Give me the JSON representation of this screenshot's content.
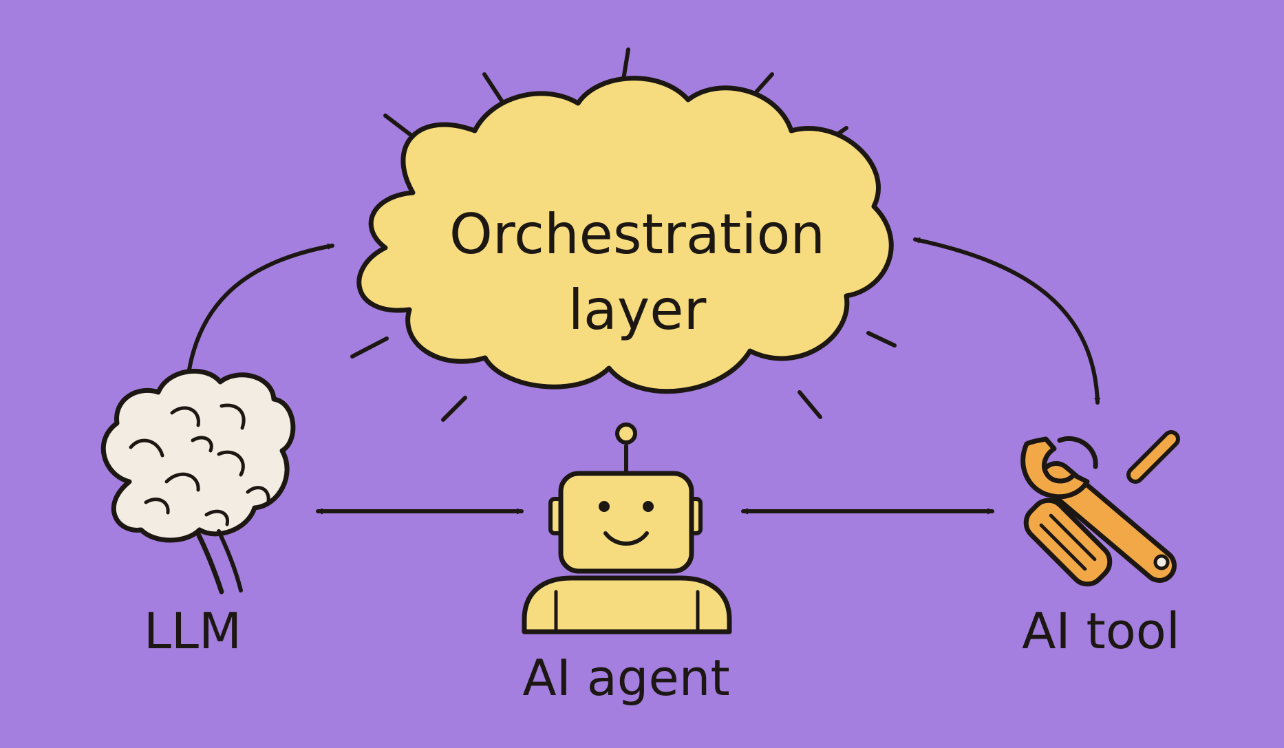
{
  "nodes": {
    "orchestration": {
      "line1": "Orchestration",
      "line2": "layer"
    },
    "llm": {
      "label": "LLM"
    },
    "agent": {
      "label": "AI agent"
    },
    "tool": {
      "label": "AI tool"
    }
  },
  "icons": {
    "orchestration": "cloud-icon",
    "llm": "brain-icon",
    "agent": "robot-icon",
    "tool": "wrench-screwdriver-icon"
  },
  "colors": {
    "background": "#a47fdf",
    "cloud_fill": "#f6dc7e",
    "robot_fill": "#f6dc7e",
    "brain_fill": "#f2ece3",
    "tool_fill": "#f2a846",
    "ink": "#1c1712"
  }
}
